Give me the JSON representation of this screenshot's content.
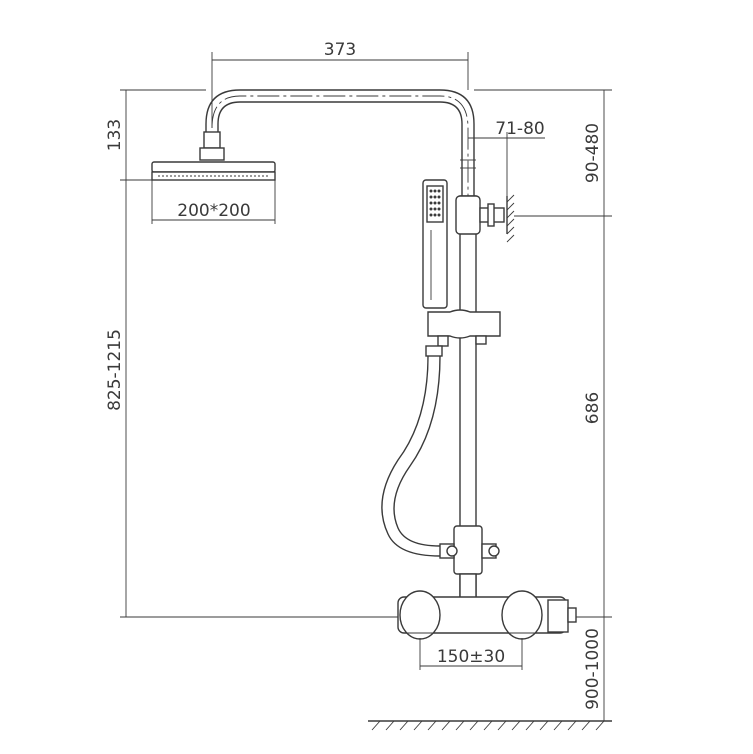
{
  "diagram": {
    "dimensions": {
      "arm_reach": "373",
      "head_drop": "133",
      "head_size": "200*200",
      "bracket_offset": "71-80",
      "bracket_height": "90-480",
      "overall_height": "825-1215",
      "bar_length": "686",
      "inlet_spacing": "150±30",
      "mount_height": "900-1000"
    }
  }
}
